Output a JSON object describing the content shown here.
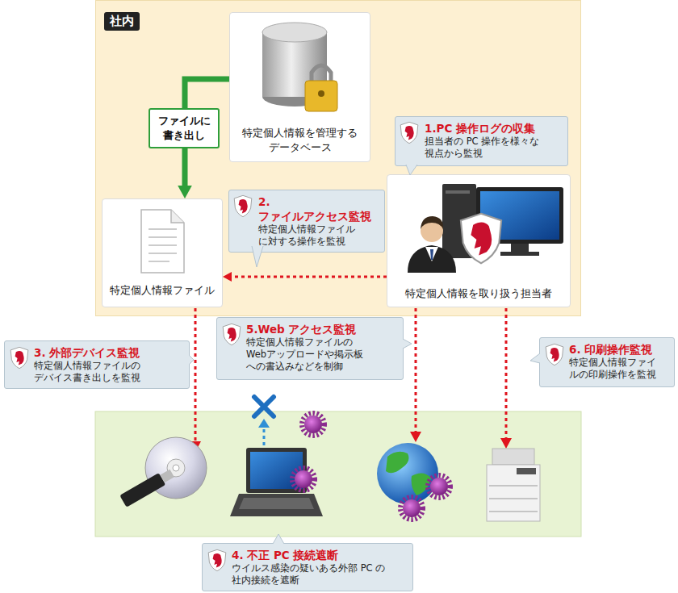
{
  "diagram": {
    "nodes": [
      {
        "text": [
          "社内"
        ]
      },
      {
        "text": [
          "特定個人情報を管理する データベース"
        ],
        "in": 0
      },
      {
        "text": [
          "特定個人情報ファイル"
        ],
        "in": 0
      },
      {
        "text": [
          "特定個人情報を取り扱う担当者"
        ],
        "in": 0
      },
      {
        "text": [
          "1.PC 操作ログの収集",
          "担当者の PC 操作を様々な 視点から監視"
        ],
        "in": 0
      },
      {
        "text": [
          "2. ファイルアクセス監視",
          "特定個人情報ファイル に対する操作を監視"
        ],
        "in": 0
      },
      {
        "text": [
          "3. 外部デバイス監視",
          "特定個人情報ファイルの デバイス書き出しを監視"
        ]
      },
      {
        "text": [
          "5.Web アクセス監視",
          "特定個人情報ファイルの Webアップロードや掲示板 への書込みなどを制御"
        ]
      },
      {
        "text": [
          "6. 印刷操作監視",
          "特定個人情報ファイ ルの印刷操作を監視"
        ]
      },
      {
        "text": [
          "4. 不正 PC 接続遮断",
          "ウイルス感染の疑いある外部 PC の 社内接続を遮断"
        ]
      }
    ],
    "edges": [
      {
        "from": 1,
        "to": 2,
        "label": "ファイルに 書き出し",
        "arrow": "to"
      },
      {
        "from": 3,
        "to": 2,
        "arrow": "to"
      }
    ]
  }
}
